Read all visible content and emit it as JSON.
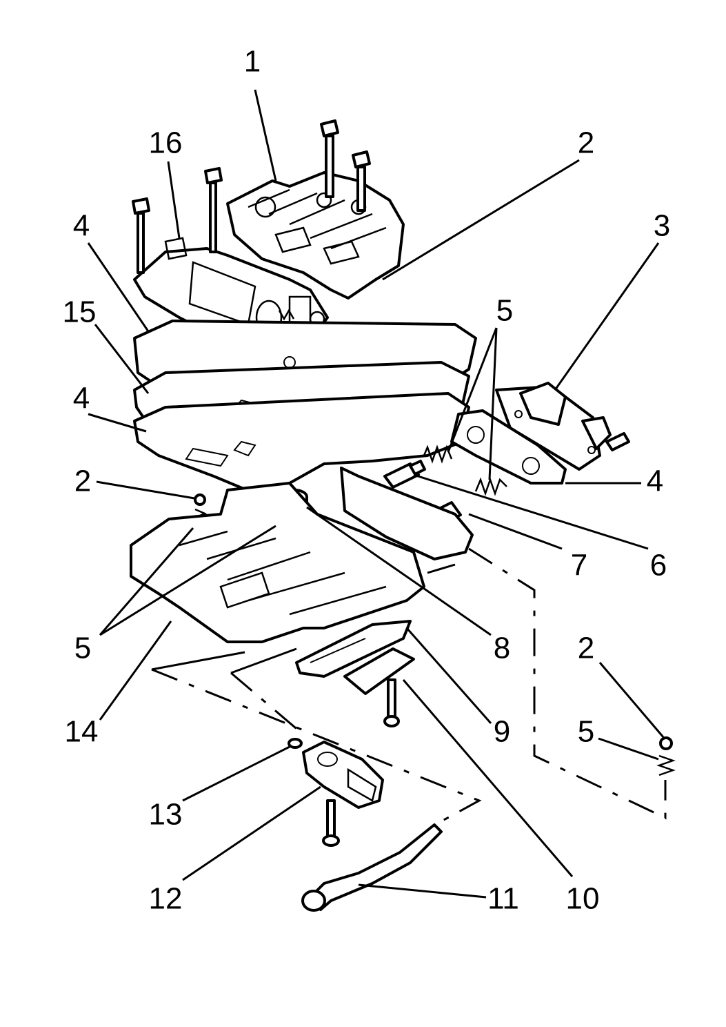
{
  "diagram": {
    "callouts": [
      {
        "id": "c1",
        "text": "1"
      },
      {
        "id": "c2a",
        "text": "2"
      },
      {
        "id": "c16",
        "text": "16"
      },
      {
        "id": "c3",
        "text": "3"
      },
      {
        "id": "c4a",
        "text": "4"
      },
      {
        "id": "c15",
        "text": "15"
      },
      {
        "id": "c4b",
        "text": "4"
      },
      {
        "id": "c5a",
        "text": "5"
      },
      {
        "id": "c2b",
        "text": "2"
      },
      {
        "id": "c4c",
        "text": "4"
      },
      {
        "id": "c7",
        "text": "7"
      },
      {
        "id": "c6",
        "text": "6"
      },
      {
        "id": "c5b",
        "text": "5"
      },
      {
        "id": "c8",
        "text": "8"
      },
      {
        "id": "c2c",
        "text": "2"
      },
      {
        "id": "c14",
        "text": "14"
      },
      {
        "id": "c9",
        "text": "9"
      },
      {
        "id": "c5c",
        "text": "5"
      },
      {
        "id": "c13",
        "text": "13"
      },
      {
        "id": "c12",
        "text": "12"
      },
      {
        "id": "c11",
        "text": "11"
      },
      {
        "id": "c10",
        "text": "10"
      }
    ]
  }
}
